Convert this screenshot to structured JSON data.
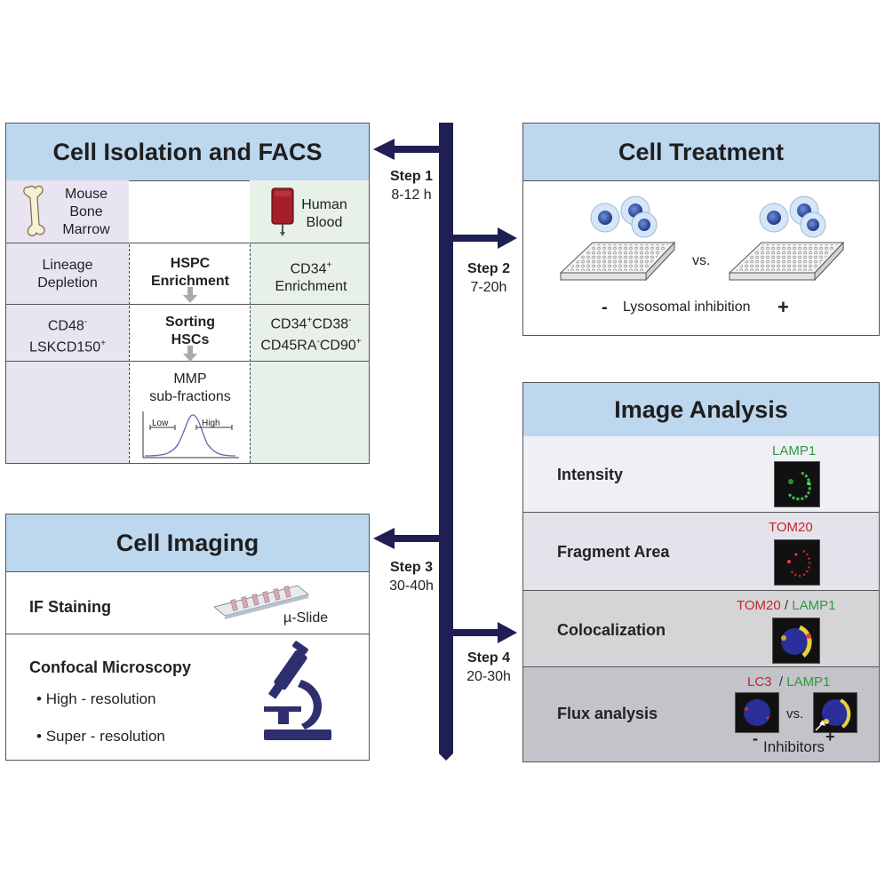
{
  "timeline": {
    "steps": [
      {
        "label": "Step 1",
        "duration": "8-12 h"
      },
      {
        "label": "Step 2",
        "duration": "7-20h"
      },
      {
        "label": "Step 3",
        "duration": "30-40h"
      },
      {
        "label": "Step 4",
        "duration": "20-30h"
      }
    ]
  },
  "facs": {
    "title": "Cell Isolation and FACS",
    "mouse_source": [
      "Mouse",
      "Bone",
      "Marrow"
    ],
    "human_source": [
      "Human",
      "Blood"
    ],
    "lineage": [
      "Lineage",
      "Depletion"
    ],
    "hspc": [
      "HSPC",
      "Enrichment"
    ],
    "cd34_enrich": "Enrichment",
    "sorting": [
      "Sorting",
      "HSCs"
    ],
    "mouse_marker": {
      "a": "CD48",
      "b": "LSKCD150"
    },
    "human_marker": {
      "a": "CD34",
      "b": "CD38",
      "c": "CD45RA",
      "d": "CD90"
    },
    "mmp": [
      "MMP",
      "sub-fractions"
    ],
    "low": "Low",
    "high": "High"
  },
  "treatment": {
    "title": "Cell Treatment",
    "vs": "vs.",
    "minus": "-",
    "caption": "Lysosomal inhibition",
    "plus": "+"
  },
  "imaging": {
    "title": "Cell Imaging",
    "if_staining": "IF Staining",
    "slide": "µ-Slide",
    "confocal": "Confocal Microscopy",
    "high_res": "High - resolution",
    "super_res": "Super - resolution"
  },
  "analysis": {
    "title": "Image Analysis",
    "intensity": "Intensity",
    "lamp1": "LAMP1",
    "fragment": "Fragment Area",
    "tom20": "TOM20",
    "coloc": "Colocalization",
    "slash": "/",
    "flux": "Flux analysis",
    "lc3": "LC3",
    "vs": "vs.",
    "minus": "-",
    "plus": "+",
    "inhibitors": "Inhibitors"
  }
}
